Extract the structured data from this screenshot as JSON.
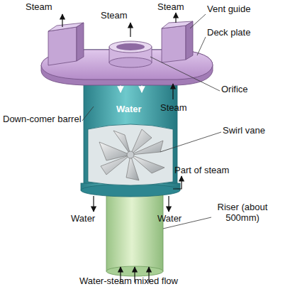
{
  "diagram": {
    "labels": [
      "Steam",
      "Steam",
      "Steam",
      "Vent guide",
      "Deck plate",
      "Orifice",
      "Steam",
      "Water",
      "Down-comer barrel",
      "Swirl vane",
      "Part of steam",
      "Water",
      "Water",
      "Riser (about 500mm)",
      "Water-steam mixed flow"
    ]
  }
}
